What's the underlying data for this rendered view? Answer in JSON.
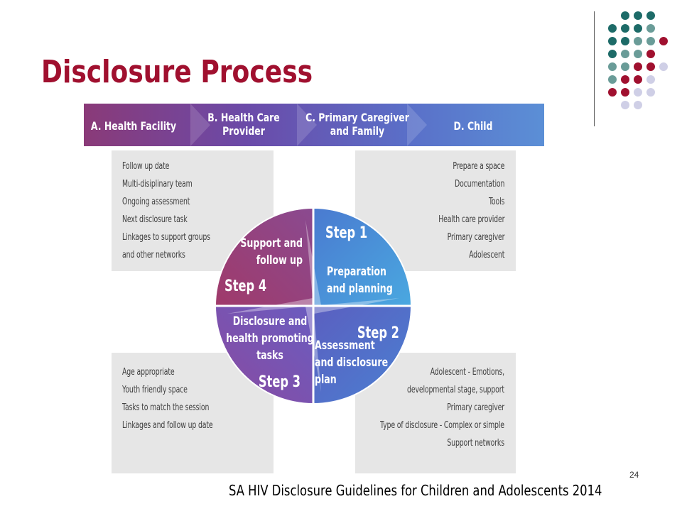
{
  "title": "Disclosure Process",
  "banner": {
    "stages": [
      "A. Health Facility",
      "B. Health Care Provider",
      "C. Primary Caregiver and Family",
      "D. Child"
    ],
    "stage_lines": [
      [
        "A. Health Facility"
      ],
      [
        "B. Health Care",
        "Provider"
      ],
      [
        "C. Primary Caregiver",
        "and Family"
      ],
      [
        "D. Child"
      ]
    ]
  },
  "boxes": {
    "top_left": [
      "Follow up date",
      "Multi-disiplinary team",
      "Ongoing assessment",
      "Next disclosure task",
      "Linkages to support groups",
      "and other networks"
    ],
    "top_right": [
      "Prepare a space",
      "Documentation",
      "Tools",
      "Health care provider",
      "Primary caregiver",
      "Adolescent"
    ],
    "bottom_left": [
      "Age appropriate",
      "Youth friendly space",
      "Tasks to match the session",
      "Linkages and follow up date"
    ],
    "bottom_right": [
      "Adolescent - Emotions,",
      "developmental stage, support",
      "Primary caregiver",
      "Type of disclosure - Complex or simple",
      "Support networks"
    ]
  },
  "wheel": {
    "step1": {
      "label": "Step 1",
      "lines": [
        "Preparation",
        "and planning"
      ]
    },
    "step2": {
      "label": "Step 2",
      "lines": [
        "Assessment",
        "and disclosure",
        "plan"
      ]
    },
    "step3": {
      "label": "Step 3",
      "lines": [
        "Disclosure and",
        "health promoting",
        "tasks"
      ]
    },
    "step4": {
      "label": "Step 4",
      "lines": [
        "Support and",
        "follow up"
      ]
    }
  },
  "footer": "SA HIV Disclosure Guidelines for Children and Adolescents 2014",
  "page_number": "24",
  "colors": {
    "title": "#a0102f",
    "teal": "#1d6b68",
    "gray_teal": "#6a9c98",
    "crimson": "#a0102f",
    "lavender": "#cfcfe6"
  }
}
